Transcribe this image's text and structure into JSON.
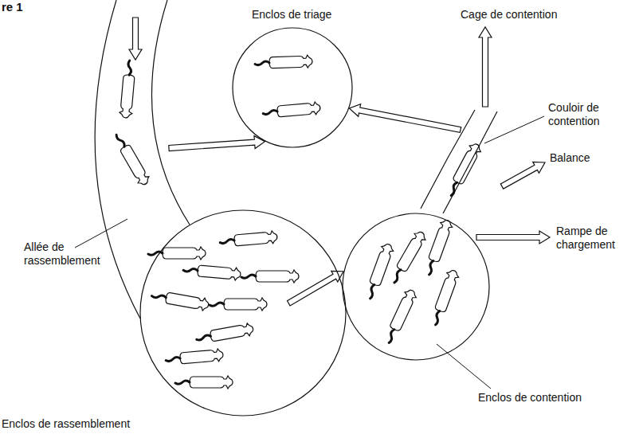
{
  "diagram": {
    "nodes": [
      {
        "text": [
          "Allée de rassemblement"
        ]
      },
      {
        "text": [
          "Enclos de triage"
        ]
      },
      {
        "text": [
          "Enclos de rassemblement"
        ]
      },
      {
        "text": [
          "Enclos de contention"
        ]
      },
      {
        "text": [
          "Couloir de contention"
        ]
      }
    ],
    "edges": [
      {
        "from": 0,
        "to": 1,
        "arrow": "to"
      },
      {
        "from": 2,
        "to": 3,
        "arrow": "to"
      },
      {
        "from": 4,
        "to": 1,
        "arrow": "to"
      }
    ],
    "labels": [
      "re 1",
      "Cage de contention",
      "Balance",
      "Rampe de chargement"
    ]
  }
}
